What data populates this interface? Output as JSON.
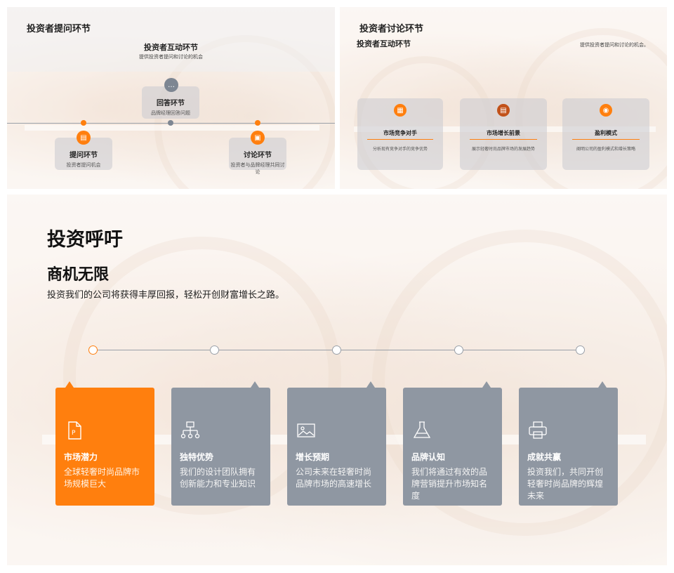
{
  "slide1": {
    "heading": "投资者提问环节",
    "title": "投资者互动环节",
    "subtitle": "提供投资者提问和讨论的机会",
    "nodes": [
      {
        "title": "回答环节",
        "desc": "品牌经理回答问题",
        "icon": "chat-icon"
      },
      {
        "title": "提问环节",
        "desc": "投资者提问机会",
        "icon": "document-icon"
      },
      {
        "title": "讨论环节",
        "desc": "投资者与品牌经理共同讨论",
        "icon": "image-icon"
      }
    ]
  },
  "slide2": {
    "heading": "投资者讨论环节",
    "title": "投资者互动环节",
    "note": "提供投资者提问和讨论的机会。",
    "cards": [
      {
        "title": "市场竞争对手",
        "desc": "分析现有竞争对手的竞争优势",
        "icon": "gift-icon"
      },
      {
        "title": "市场增长前景",
        "desc": "展示轻奢时尚品牌市场的发展趋势",
        "icon": "clipboard-icon"
      },
      {
        "title": "盈利模式",
        "desc": "阐明公司的盈利模式和增长策略",
        "icon": "target-icon"
      }
    ]
  },
  "slide3": {
    "title": "投资呼吁",
    "subtitle": "商机无限",
    "intro": "投资我们的公司将获得丰厚回报，轻松开创财富增长之路。",
    "cards": [
      {
        "title": "市场潜力",
        "desc": "全球轻奢时尚品牌市场规模巨大",
        "icon": "document-p-icon",
        "active": true
      },
      {
        "title": "独特优势",
        "desc": "我们的设计团队拥有创新能力和专业知识",
        "icon": "org-chart-icon",
        "active": false
      },
      {
        "title": "增长预期",
        "desc": "公司未来在轻奢时尚品牌市场的高速增长",
        "icon": "image-icon",
        "active": false
      },
      {
        "title": "品牌认知",
        "desc": "我们将通过有效的品牌营销提升市场知名度",
        "icon": "flask-icon",
        "active": false
      },
      {
        "title": "成就共赢",
        "desc": "投资我们，共同开创轻奢时尚品牌的辉煌未来",
        "icon": "printer-icon",
        "active": false
      }
    ]
  },
  "colors": {
    "accent": "#ff7f0e",
    "card_gray": "#8f97a2",
    "line": "#9aa0a8",
    "accent_dark": "#c2521a"
  }
}
